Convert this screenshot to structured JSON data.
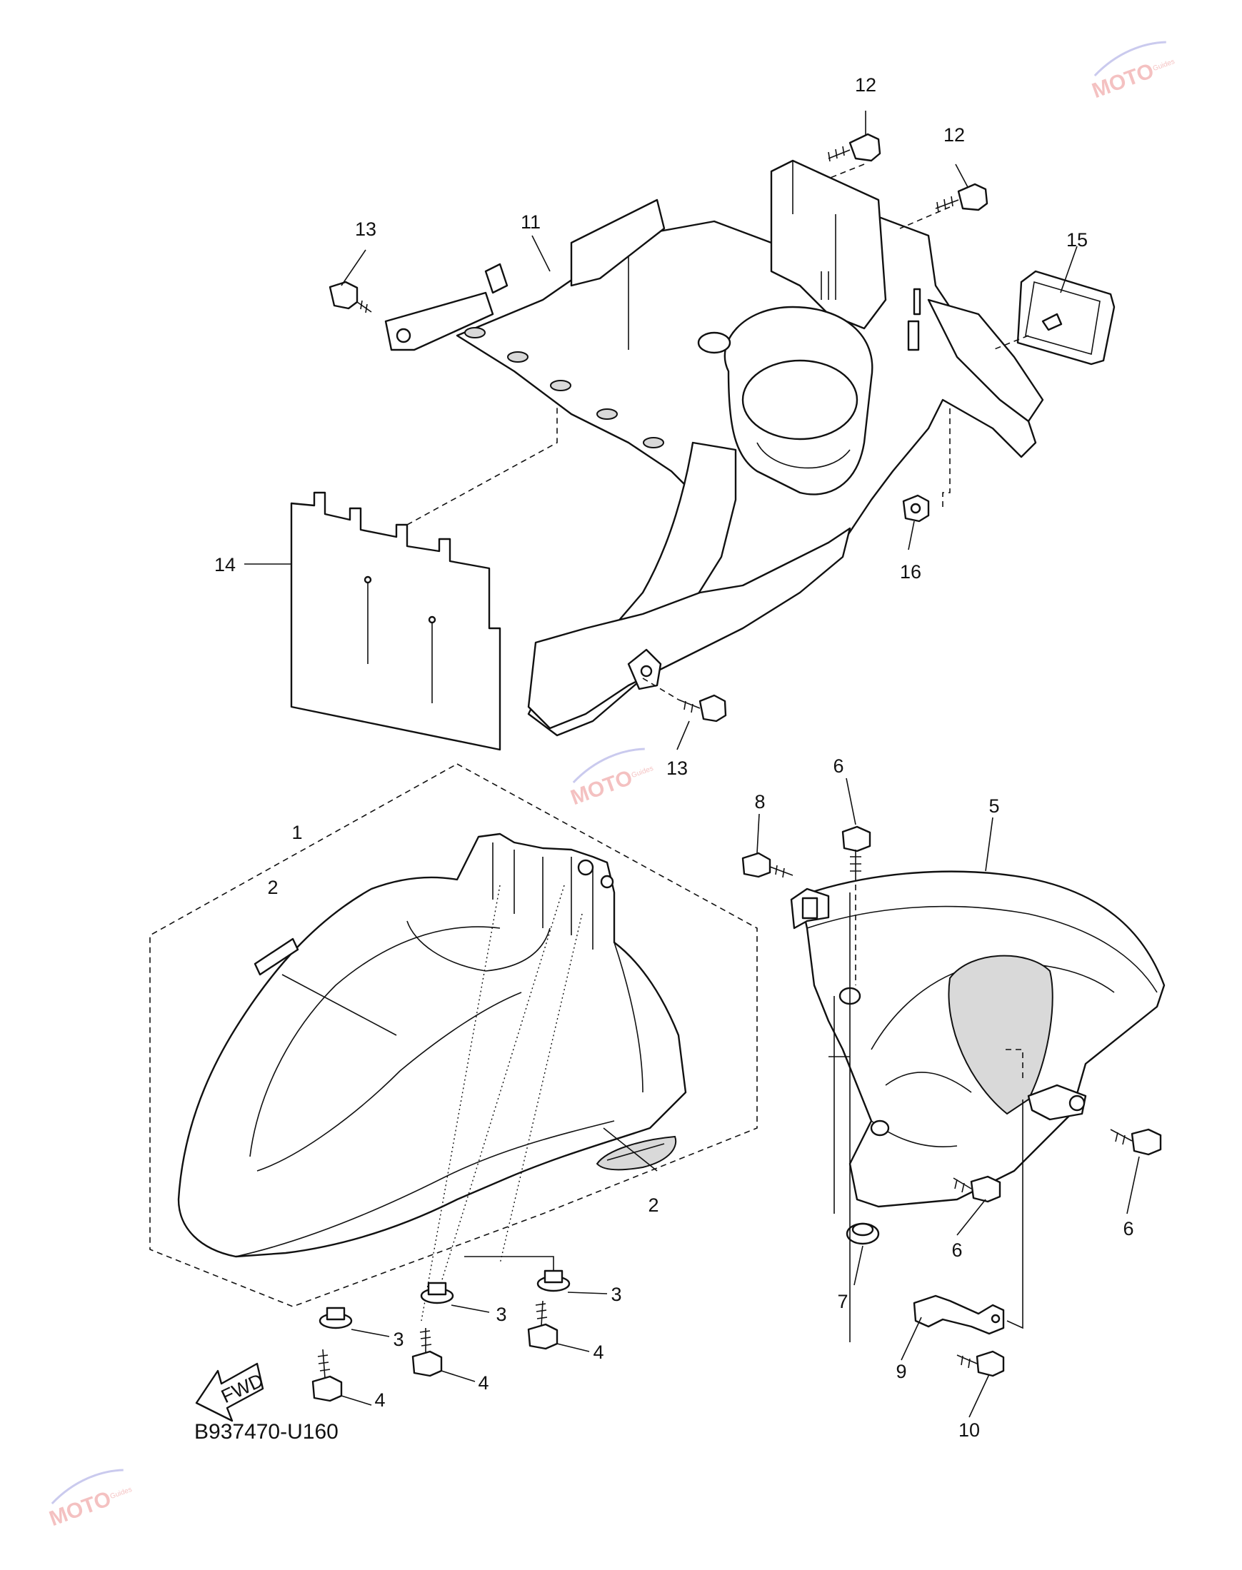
{
  "diagram_code": "B937470-U160",
  "direction_label": "FWD",
  "callouts": {
    "c1": "1",
    "c2a": "2",
    "c2b": "2",
    "c3a": "3",
    "c3b": "3",
    "c3c": "3",
    "c4a": "4",
    "c4b": "4",
    "c4c": "4",
    "c5": "5",
    "c6a": "6",
    "c6b": "6",
    "c6c": "6",
    "c7": "7",
    "c8": "8",
    "c9": "9",
    "c10": "10",
    "c11": "11",
    "c12a": "12",
    "c12b": "12",
    "c13a": "13",
    "c13b": "13",
    "c14": "14",
    "c15": "15",
    "c16": "16"
  },
  "watermark": {
    "brand": "MOTO",
    "sub": "Guides",
    "color": "#e05050",
    "accent": "#6a6ad0"
  }
}
